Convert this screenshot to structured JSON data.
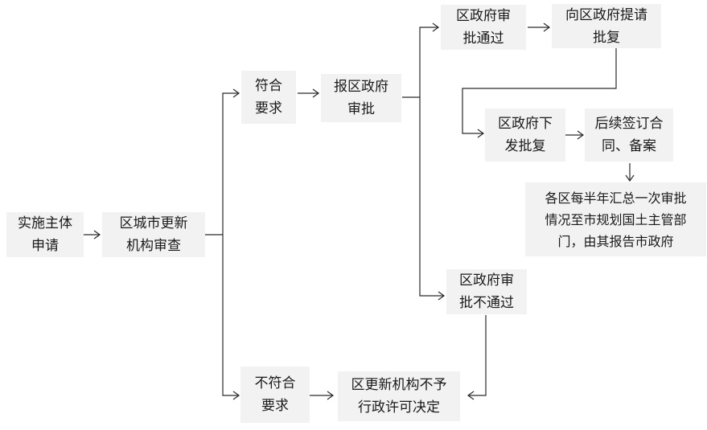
{
  "nodes": {
    "apply": [
      "实施主体",
      "申请"
    ],
    "review": [
      "区城市更新",
      "机构审查"
    ],
    "meets": [
      "符合",
      "要求"
    ],
    "not_meets": [
      "不符合",
      "要求"
    ],
    "report": [
      "报区政府",
      "审批"
    ],
    "approved": [
      "区政府审",
      "批通过"
    ],
    "request_reply": [
      "向区政府提请",
      "批复"
    ],
    "issue_reply": [
      "区政府下",
      "发批复"
    ],
    "sign_contract": [
      "后续签订合",
      "同、备案"
    ],
    "summary": [
      "各区每半年汇总一次审批",
      "情况至市规划国土主管部",
      "门，由其报告市政府"
    ],
    "rejected": [
      "区政府审",
      "批不通过"
    ],
    "deny": [
      "区更新机构不予",
      "行政许可决定"
    ]
  }
}
